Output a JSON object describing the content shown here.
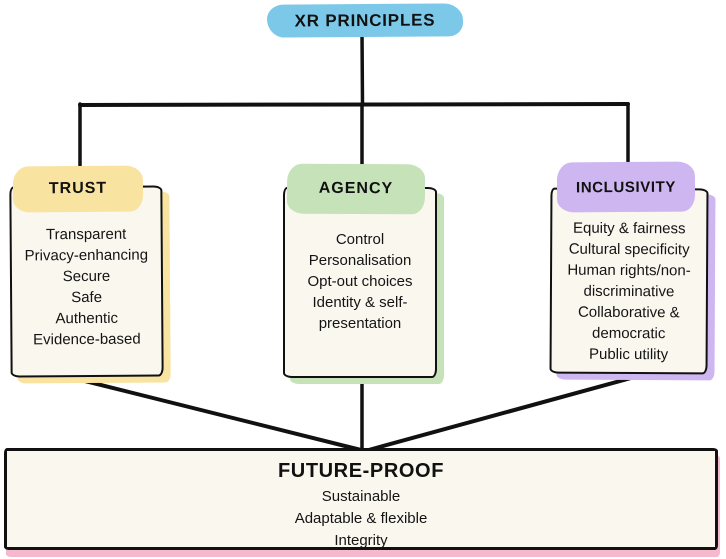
{
  "diagram": {
    "root": {
      "label": "XR PRINCIPLES",
      "accent": "#7CC8E8"
    },
    "branches": [
      {
        "title": "TRUST",
        "accent": "#F9E3A1",
        "items": [
          "Transparent",
          "Privacy-enhancing",
          "Secure",
          "Safe",
          "Authentic",
          "Evidence-based"
        ]
      },
      {
        "title": "AGENCY",
        "accent": "#C6E2B8",
        "items": [
          "Control",
          "Personalisation",
          "Opt-out choices",
          "Identity & self-presentation"
        ]
      },
      {
        "title": "INCLUSIVITY",
        "accent": "#CEB6F0",
        "items": [
          "Equity & fairness",
          "Cultural specificity",
          "Human rights/non-discriminative",
          "Collaborative & democratic",
          "Public utility"
        ]
      }
    ],
    "footer": {
      "title": "FUTURE-PROOF",
      "accent": "#F6B8CC",
      "items": [
        "Sustainable",
        "Adaptable & flexible",
        "Integrity"
      ]
    },
    "colors": {
      "line": "#111111",
      "card_fill": "#FAF7EF",
      "background": "#FFFFFF",
      "text": "#141414"
    }
  }
}
